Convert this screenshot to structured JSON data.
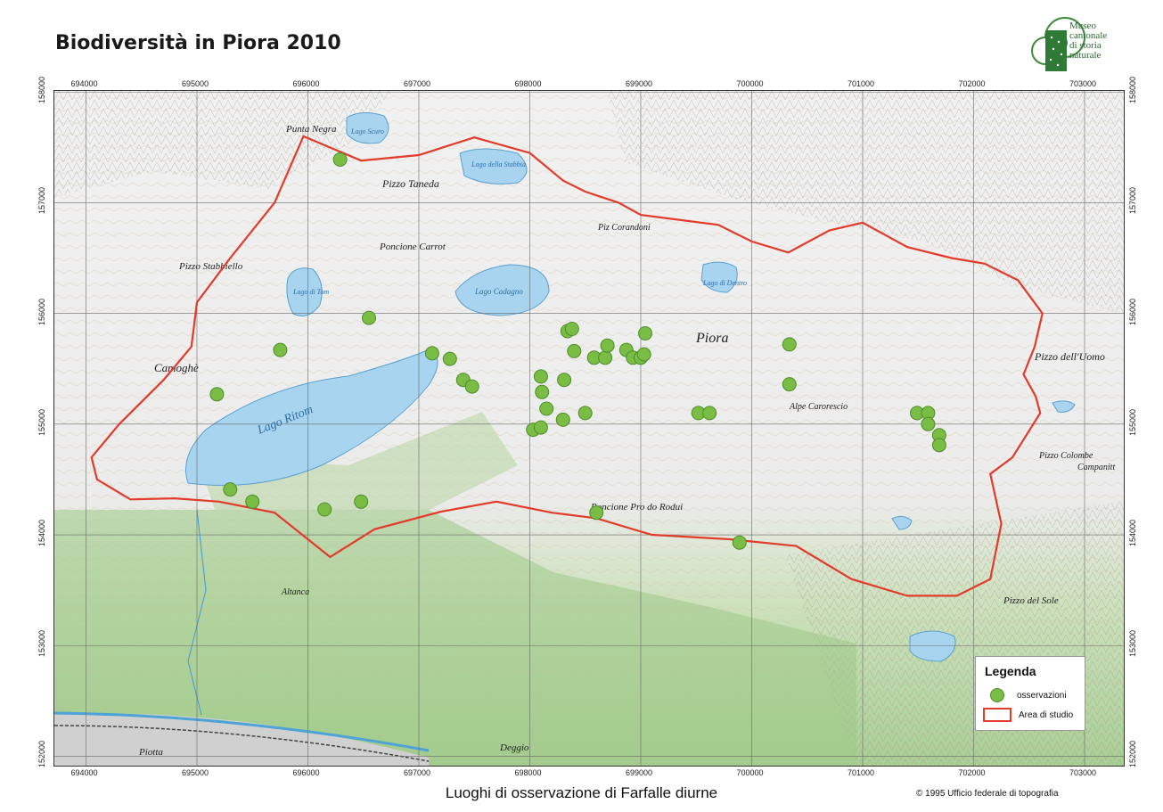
{
  "title": "Biodiversità in Piora 2010",
  "logo": {
    "lines": [
      "Museo",
      "cantonale",
      "di storia",
      "naturale"
    ],
    "icon": "spiral-logo-icon",
    "color": "#2a6a2f"
  },
  "caption": "Luoghi di osservazione di Farfalle diurne",
  "copyright": "© 1995 Ufficio federale di topografia",
  "legend": {
    "title": "Legenda",
    "items": [
      {
        "label": "osservazioni",
        "symbol": "green-dot",
        "color": "#79bd45"
      },
      {
        "label": "Area di studio",
        "symbol": "red-outline",
        "color": "#e23b2a"
      }
    ]
  },
  "axes": {
    "x_ticks": [
      "694000",
      "695000",
      "696000",
      "697000",
      "698000",
      "699000",
      "700000",
      "701000",
      "702000",
      "703000"
    ],
    "y_ticks": [
      "158000",
      "157000",
      "156000",
      "155000",
      "154000",
      "153000",
      "152000"
    ]
  },
  "place_names": [
    {
      "label": "Punta Negra"
    },
    {
      "label": "Pizzo Taneda"
    },
    {
      "label": "Pizzo Stabbiello"
    },
    {
      "label": "Poncione Carrot"
    },
    {
      "label": "Lago Cadagno"
    },
    {
      "label": "Lago Ritom"
    },
    {
      "label": "Camoghè"
    },
    {
      "label": "Piz Corandoni"
    },
    {
      "label": "Pizzo dell'Uomo"
    },
    {
      "label": "Piora"
    },
    {
      "label": "Alpe Carorescio"
    },
    {
      "label": "Poncione Pro do Rodui"
    },
    {
      "label": "Pizzo Colombe"
    },
    {
      "label": "Pizzo del Sole"
    },
    {
      "label": "Campanitt"
    },
    {
      "label": "Lago Scuro"
    },
    {
      "label": "Lago della Stabbia"
    },
    {
      "label": "Lago di Dentro"
    },
    {
      "label": "Lago di Tom"
    },
    {
      "label": "Altanca"
    },
    {
      "label": "Piotta"
    },
    {
      "label": "Deggio"
    }
  ],
  "observations": [
    {
      "x": 696290,
      "y": 157390
    },
    {
      "x": 695750,
      "y": 155670
    },
    {
      "x": 695180,
      "y": 155270
    },
    {
      "x": 696550,
      "y": 155960
    },
    {
      "x": 697120,
      "y": 155640
    },
    {
      "x": 697280,
      "y": 155590
    },
    {
      "x": 697400,
      "y": 155400
    },
    {
      "x": 697480,
      "y": 155340
    },
    {
      "x": 698100,
      "y": 155430
    },
    {
      "x": 698110,
      "y": 155290
    },
    {
      "x": 698150,
      "y": 155140
    },
    {
      "x": 698030,
      "y": 154950
    },
    {
      "x": 698100,
      "y": 154970
    },
    {
      "x": 698300,
      "y": 155040
    },
    {
      "x": 698310,
      "y": 155400
    },
    {
      "x": 698340,
      "y": 155840
    },
    {
      "x": 698380,
      "y": 155860
    },
    {
      "x": 698400,
      "y": 155660
    },
    {
      "x": 698580,
      "y": 155600
    },
    {
      "x": 698680,
      "y": 155600
    },
    {
      "x": 698700,
      "y": 155710
    },
    {
      "x": 698870,
      "y": 155670
    },
    {
      "x": 698930,
      "y": 155600
    },
    {
      "x": 699000,
      "y": 155600
    },
    {
      "x": 699030,
      "y": 155630
    },
    {
      "x": 699040,
      "y": 155820
    },
    {
      "x": 698500,
      "y": 155100
    },
    {
      "x": 699520,
      "y": 155100
    },
    {
      "x": 699620,
      "y": 155100
    },
    {
      "x": 700340,
      "y": 155720
    },
    {
      "x": 700340,
      "y": 155360
    },
    {
      "x": 701490,
      "y": 155100
    },
    {
      "x": 701590,
      "y": 155100
    },
    {
      "x": 701590,
      "y": 155000
    },
    {
      "x": 701690,
      "y": 154900
    },
    {
      "x": 701690,
      "y": 154810
    },
    {
      "x": 695300,
      "y": 154410
    },
    {
      "x": 695500,
      "y": 154300
    },
    {
      "x": 696150,
      "y": 154230
    },
    {
      "x": 696480,
      "y": 154300
    },
    {
      "x": 698600,
      "y": 154200
    },
    {
      "x": 699890,
      "y": 153930
    }
  ],
  "study_area": [
    [
      695960,
      157600
    ],
    [
      696480,
      157380
    ],
    [
      697000,
      157430
    ],
    [
      697500,
      157590
    ],
    [
      698000,
      157450
    ],
    [
      698300,
      157200
    ],
    [
      698500,
      157100
    ],
    [
      698800,
      157000
    ],
    [
      699000,
      156890
    ],
    [
      699700,
      156800
    ],
    [
      700000,
      156650
    ],
    [
      700330,
      156550
    ],
    [
      700700,
      156750
    ],
    [
      701000,
      156820
    ],
    [
      701400,
      156600
    ],
    [
      701800,
      156500
    ],
    [
      702100,
      156450
    ],
    [
      702400,
      156300
    ],
    [
      702620,
      156000
    ],
    [
      702550,
      155700
    ],
    [
      702450,
      155450
    ],
    [
      702560,
      155250
    ],
    [
      702600,
      155100
    ],
    [
      702350,
      154700
    ],
    [
      702150,
      154550
    ],
    [
      702250,
      154100
    ],
    [
      702150,
      153600
    ],
    [
      701850,
      153450
    ],
    [
      701400,
      153450
    ],
    [
      700900,
      153600
    ],
    [
      700400,
      153900
    ],
    [
      699800,
      153960
    ],
    [
      699100,
      154000
    ],
    [
      698600,
      154150
    ],
    [
      698200,
      154200
    ],
    [
      697700,
      154300
    ],
    [
      697200,
      154210
    ],
    [
      696600,
      154050
    ],
    [
      696200,
      153800
    ],
    [
      695700,
      154200
    ],
    [
      695200,
      154300
    ],
    [
      694800,
      154330
    ],
    [
      694400,
      154320
    ],
    [
      694100,
      154500
    ],
    [
      694050,
      154700
    ],
    [
      694300,
      155000
    ],
    [
      694700,
      155400
    ],
    [
      694950,
      155700
    ],
    [
      695000,
      156100
    ],
    [
      695300,
      156500
    ],
    [
      695700,
      157000
    ],
    [
      695960,
      157600
    ]
  ]
}
